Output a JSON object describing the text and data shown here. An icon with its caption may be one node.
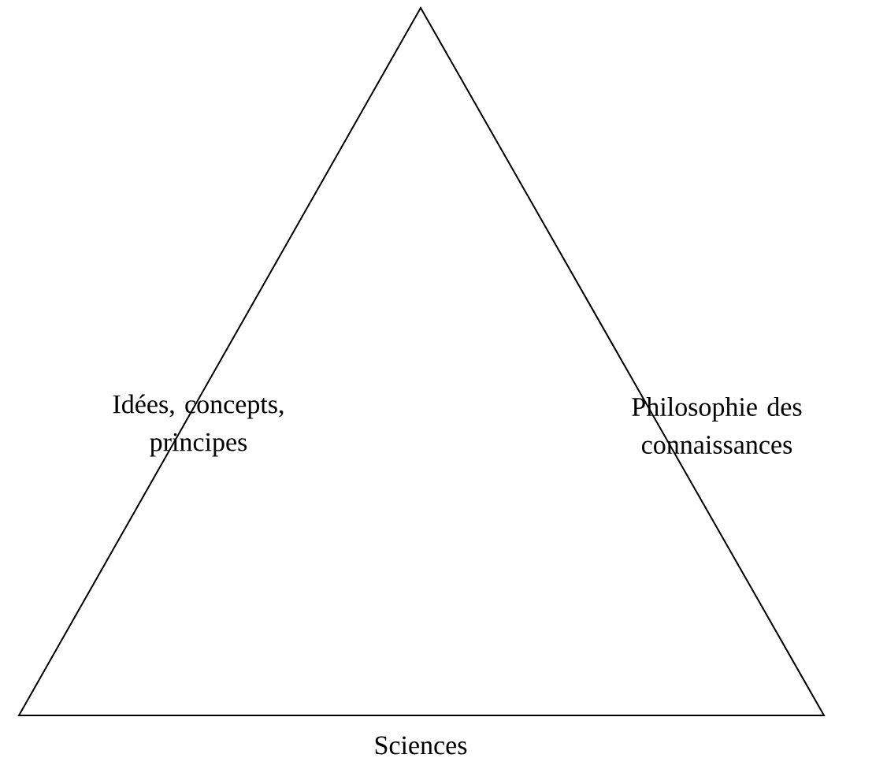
{
  "diagram": {
    "labels": [
      "Idées, concepts, principes",
      "Philosophie des connaissances",
      "Sciences"
    ]
  }
}
